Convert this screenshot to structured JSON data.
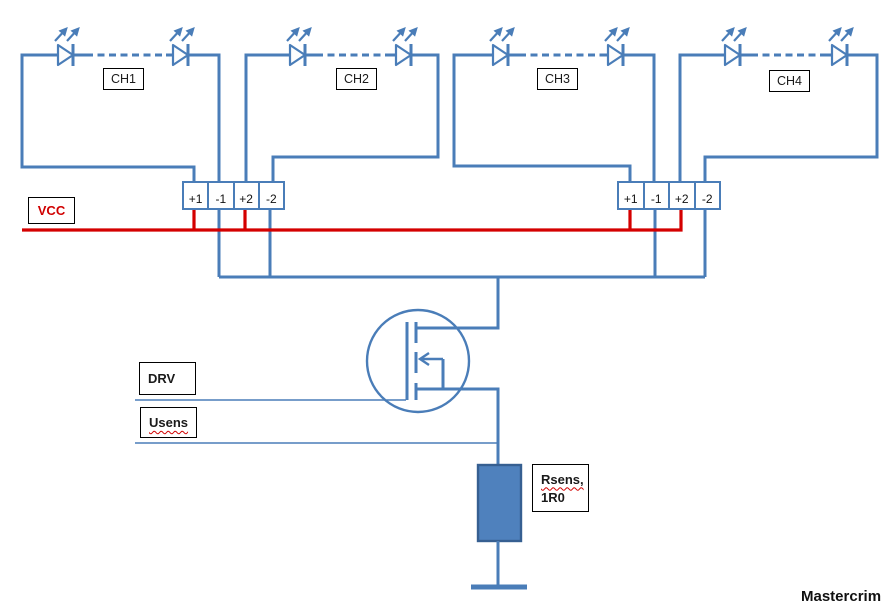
{
  "diagram": {
    "channels": [
      {
        "label": "CH1"
      },
      {
        "label": "CH2"
      },
      {
        "label": "CH3"
      },
      {
        "label": "CH4"
      }
    ],
    "terminal_blocks": [
      {
        "terminals": [
          "+1",
          "-1",
          "+2",
          "-2"
        ]
      },
      {
        "terminals": [
          "+1",
          "-1",
          "+2",
          "-2"
        ]
      }
    ],
    "labels": {
      "vcc": "VCC",
      "drv": "DRV",
      "usens": "Usens",
      "rsens_line1": "Rsens,",
      "rsens_line2": "1R0"
    },
    "watermark": "Mastercrim",
    "colors": {
      "wire_blue": "#4a7db8",
      "wire_red": "#d40000",
      "resistor_fill": "#4f81bd",
      "resistor_border": "#365f91",
      "label_text": "#1a1a1a",
      "vcc_text": "#d00000"
    }
  }
}
